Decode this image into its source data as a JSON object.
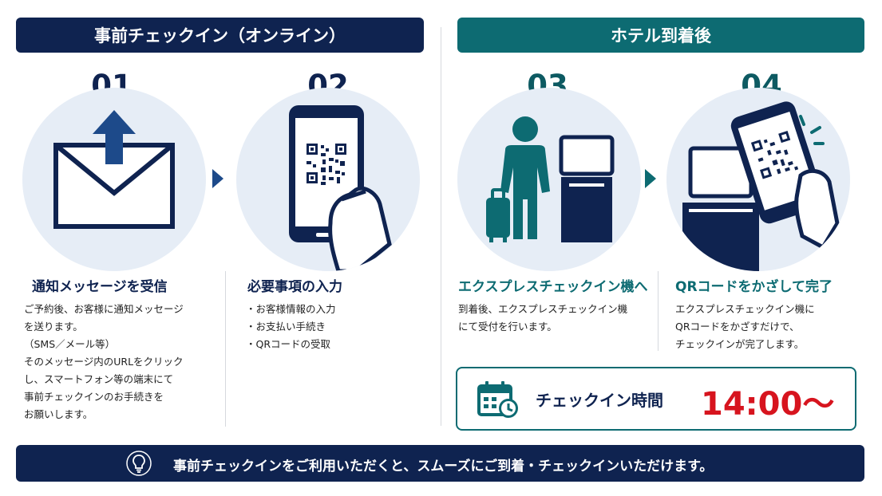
{
  "headers": {
    "online": "事前チェックイン（オンライン）",
    "hotel": "ホテル到着後"
  },
  "steps": [
    {
      "num": "01",
      "title": "通知メッセージを受信",
      "desc": [
        "ご予約後、お客様に通知メッセージ",
        "を送ります。",
        "（SMS／メール等）",
        "そのメッセージ内のURLをクリック",
        "し、スマートフォン等の端末にて",
        "事前チェックインのお手続きを",
        "お願いします。"
      ]
    },
    {
      "num": "02",
      "title": "必要事項の入力",
      "desc": [
        "・お客様情報の入力",
        "・お支払い手続き",
        "・QRコードの受取"
      ]
    },
    {
      "num": "03",
      "title": "エクスプレスチェックイン機へ",
      "desc": [
        "到着後、エクスプレスチェックイン機",
        "にて受付を行います。"
      ]
    },
    {
      "num": "04",
      "title": "QRコードをかざして完了",
      "desc": [
        "エクスプレスチェックイン機に",
        "QRコードをかざすだけで、",
        "チェックインが完了します。"
      ]
    }
  ],
  "checkin": {
    "label": "チェックイン時間",
    "time": "14:00〜"
  },
  "footer": {
    "text": "事前チェックインをご利用いただくと、スムーズにご到着・チェックインいただけます。"
  },
  "icons": {
    "step1": "envelope-upload-icon",
    "step2": "smartphone-qr-icon",
    "step3": "traveler-kiosk-icon",
    "step4": "scan-qr-kiosk-icon",
    "checkin": "calendar-clock-icon",
    "footer": "lightbulb-icon"
  },
  "colors": {
    "navy": "#0f2350",
    "teal": "#0d6b72",
    "red": "#d7141e",
    "circle_bg": "#e6edf6"
  }
}
